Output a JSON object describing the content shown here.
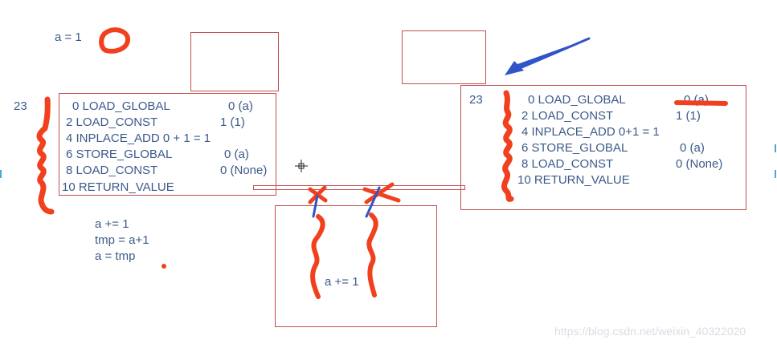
{
  "top_left_assignment": "a = 1",
  "left_listing": {
    "line_number": "23",
    "rows": [
      {
        "instr": "0 LOAD_GLOBAL",
        "arg": "0 (a)"
      },
      {
        "instr": "2 LOAD_CONST",
        "arg": "1 (1)"
      },
      {
        "instr": "4 INPLACE_ADD   0 + 1 = 1",
        "arg": ""
      },
      {
        "instr": "6 STORE_GLOBAL",
        "arg": "0 (a)"
      },
      {
        "instr": "8 LOAD_CONST",
        "arg": "0 (None)"
      },
      {
        "instr": "10 RETURN_VALUE",
        "arg": ""
      }
    ]
  },
  "right_listing": {
    "line_number": "23",
    "rows": [
      {
        "instr": "0 LOAD_GLOBAL",
        "arg": "0 (a)"
      },
      {
        "instr": "2 LOAD_CONST",
        "arg": "1 (1)"
      },
      {
        "instr": "4 INPLACE_ADD   0+1 = 1",
        "arg": ""
      },
      {
        "instr": "6 STORE_GLOBAL",
        "arg": "0 (a)"
      },
      {
        "instr": "8 LOAD_CONST",
        "arg": "0 (None)"
      },
      {
        "instr": "10 RETURN_VALUE",
        "arg": ""
      }
    ]
  },
  "explanation_lines": [
    "a += 1",
    "tmp = a+1",
    "a = tmp"
  ],
  "thread_box_text": "a += 1",
  "watermark": "https://blog.csdn.net/weixin_40322020",
  "colors": {
    "text": "#3c5a8a",
    "box_border": "#c0504d",
    "annotation_red": "#f0401e",
    "annotation_blue": "#2f55c8"
  }
}
